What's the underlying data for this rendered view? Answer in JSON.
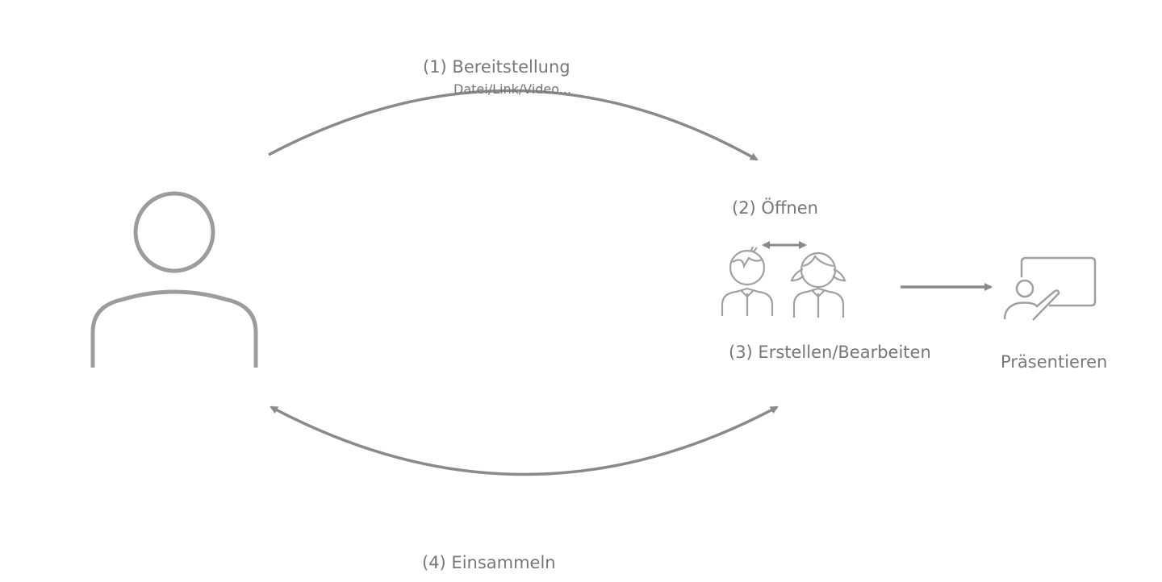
{
  "labels": {
    "step1": "(1) Bereitstellung",
    "step1_sub": "Datei/Link/Video...",
    "step2": "(2) Öffnen",
    "step3": "(3) Erstellen/Bearbeiten",
    "present": "Präsentieren",
    "step4": "(4) Einsammeln"
  },
  "colors": {
    "stroke": "#8a8a8a",
    "icon": "#a0a0a0",
    "text": "#777777"
  },
  "icons": [
    "teacher-person-icon",
    "students-icon",
    "presenter-board-icon"
  ]
}
